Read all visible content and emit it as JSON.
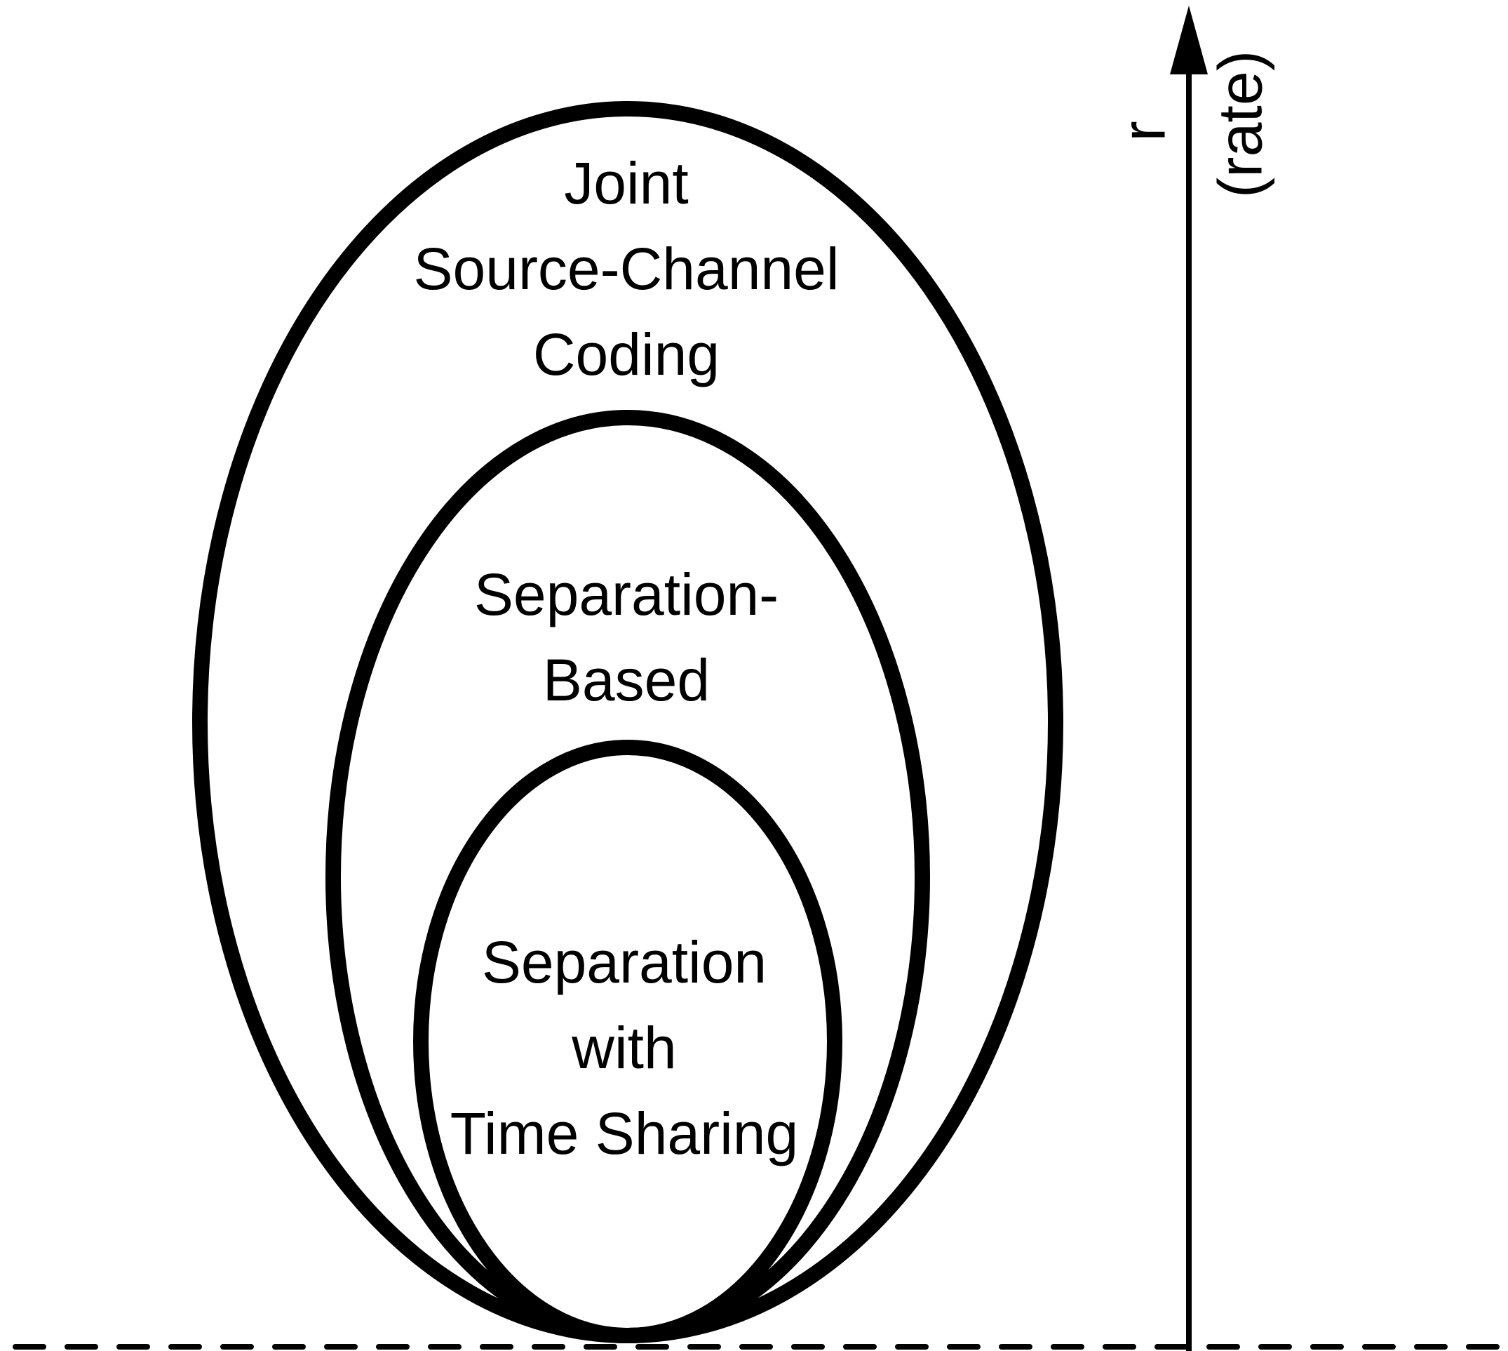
{
  "diagram": {
    "outer_ellipse": {
      "label_lines": [
        "Joint",
        "Source-Channel",
        "Coding"
      ]
    },
    "middle_ellipse": {
      "label_lines": [
        "Separation-",
        "Based"
      ]
    },
    "inner_ellipse": {
      "label_lines": [
        "Separation",
        "with",
        "Time Sharing"
      ]
    },
    "axis": {
      "label": "r",
      "label_secondary": "(rate)"
    },
    "colors": {
      "stroke": "#000000",
      "background": "#ffffff"
    }
  }
}
